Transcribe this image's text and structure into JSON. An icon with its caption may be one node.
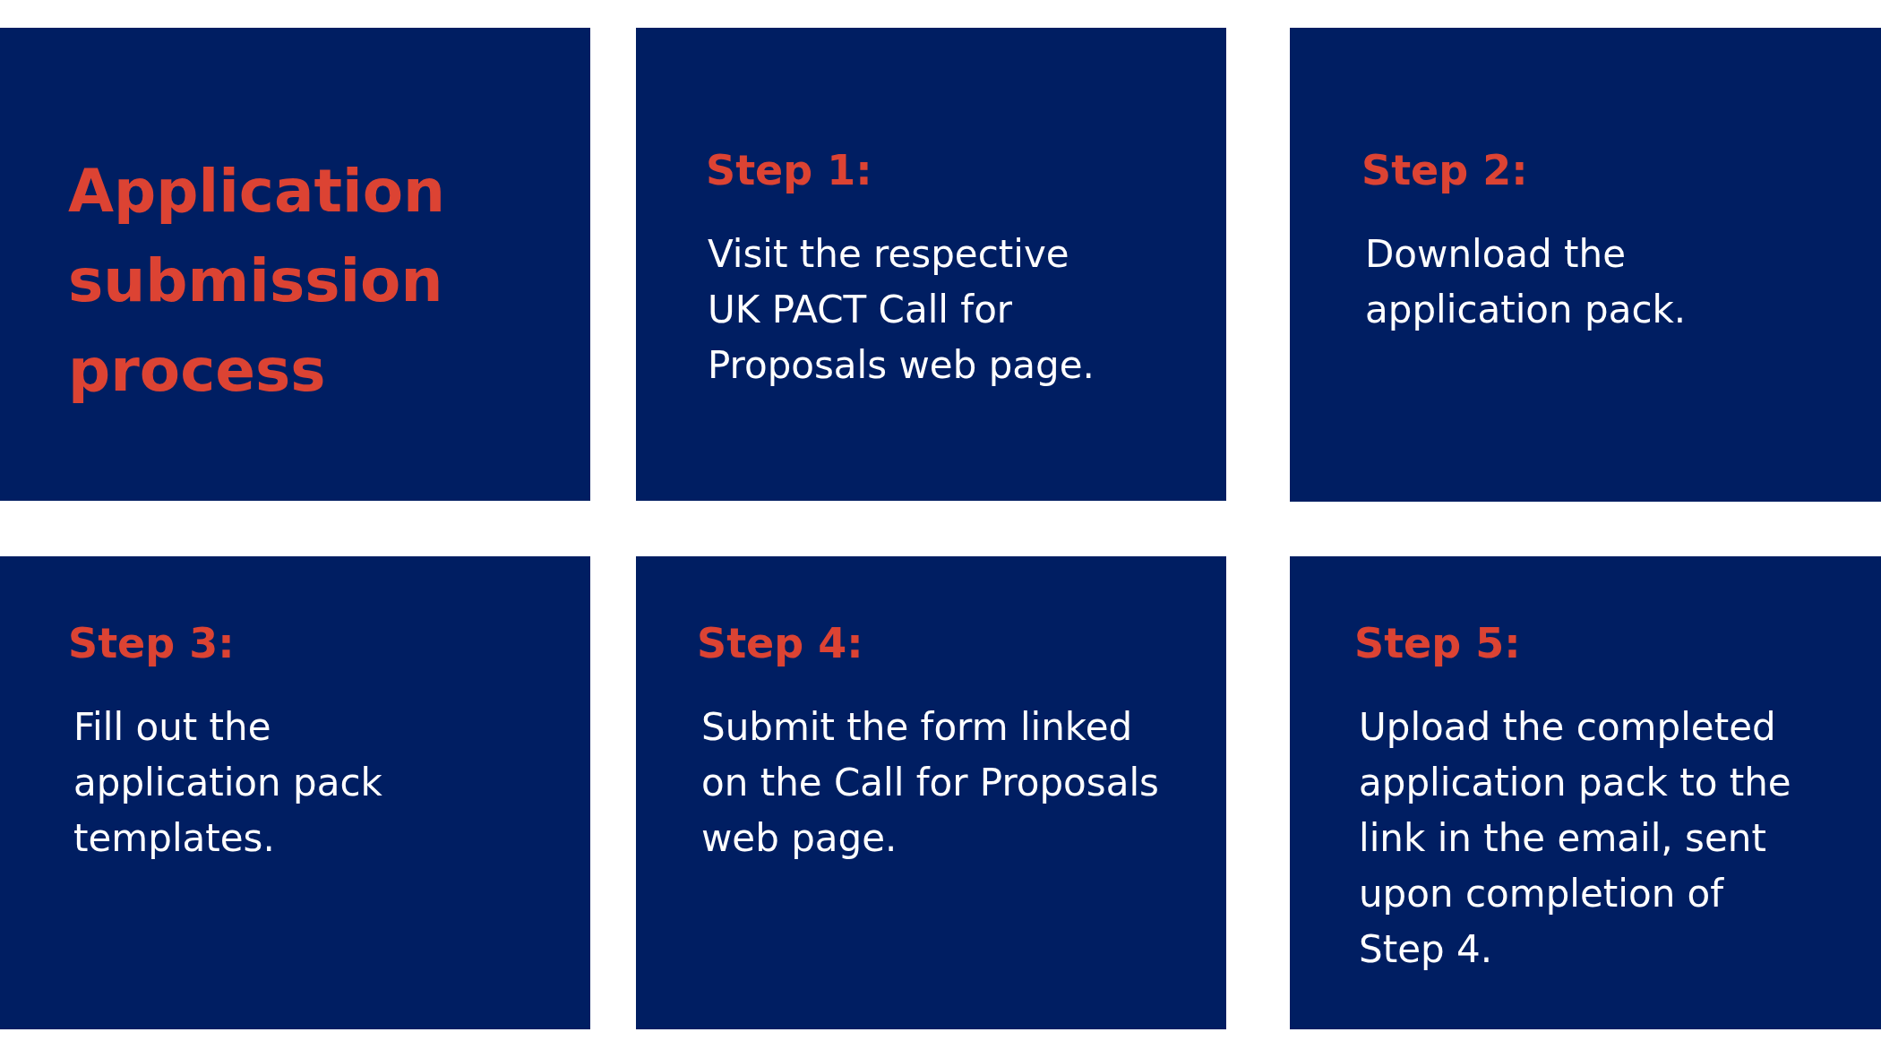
{
  "diagram": {
    "nodes": [
      {
        "text": [
          "Application submission process"
        ]
      },
      {
        "text": [
          "Step 1:",
          "Visit the respective UK PACT Call for Proposals web page."
        ]
      },
      {
        "text": [
          "Step 2:",
          "Download the application pack."
        ]
      },
      {
        "text": [
          "Step 3:",
          "Fill out the application pack templates."
        ]
      },
      {
        "text": [
          "Step 4:",
          "Submit the form linked on the Call for Proposals web page."
        ]
      },
      {
        "text": [
          "Step 5:",
          "Upload the completed application pack to the link in the email, sent upon completion of Step 4."
        ]
      }
    ]
  }
}
